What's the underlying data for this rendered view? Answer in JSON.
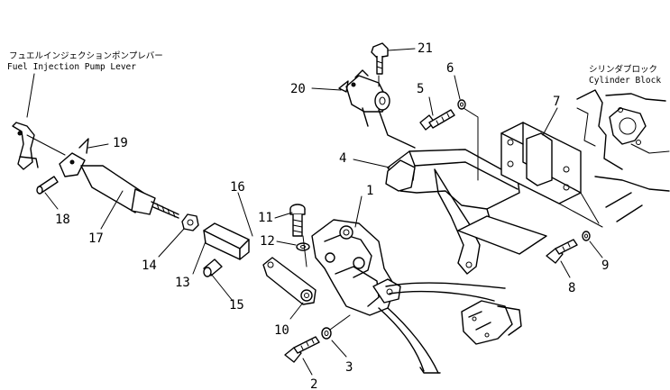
{
  "captions": {
    "pump_lever_jp": "フュエルインジェクションポンプレバー",
    "pump_lever_en": "Fuel Injection Pump Lever",
    "cylinder_block_jp": "シリンダブロック",
    "cylinder_block_en": "Cylinder Block"
  },
  "callouts": [
    "1",
    "2",
    "3",
    "4",
    "5",
    "6",
    "7",
    "8",
    "9",
    "10",
    "11",
    "12",
    "13",
    "14",
    "15",
    "16",
    "17",
    "18",
    "19",
    "20",
    "21"
  ]
}
